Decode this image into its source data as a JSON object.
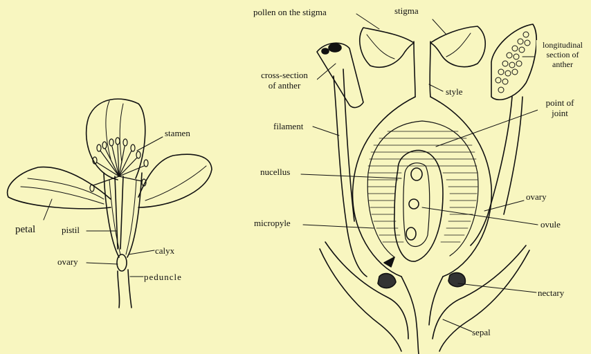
{
  "background_color": "#f8f6c0",
  "line_color": "#111111",
  "left_figure": {
    "labels": {
      "stamen": "stamen",
      "petal": "petal",
      "pistil": "pistil",
      "calyx": "calyx",
      "ovary": "ovary",
      "peduncle": "peduncle"
    }
  },
  "right_figure": {
    "labels": {
      "pollen_on_stigma": "pollen on the stigma",
      "stigma": "stigma",
      "cross_section_line1": "cross-section",
      "cross_section_line2": "of anther",
      "longitudinal_line1": "longitudinal",
      "longitudinal_line2": "section of",
      "longitudinal_line3": "anther",
      "style": "style",
      "point_of_joint_line1": "point of",
      "point_of_joint_line2": "joint",
      "filament": "filament",
      "nucellus": "nucellus",
      "ovary": "ovary",
      "micropyle": "micropyle",
      "ovule": "ovule",
      "nectary": "nectary",
      "sepal": "sepal"
    }
  }
}
